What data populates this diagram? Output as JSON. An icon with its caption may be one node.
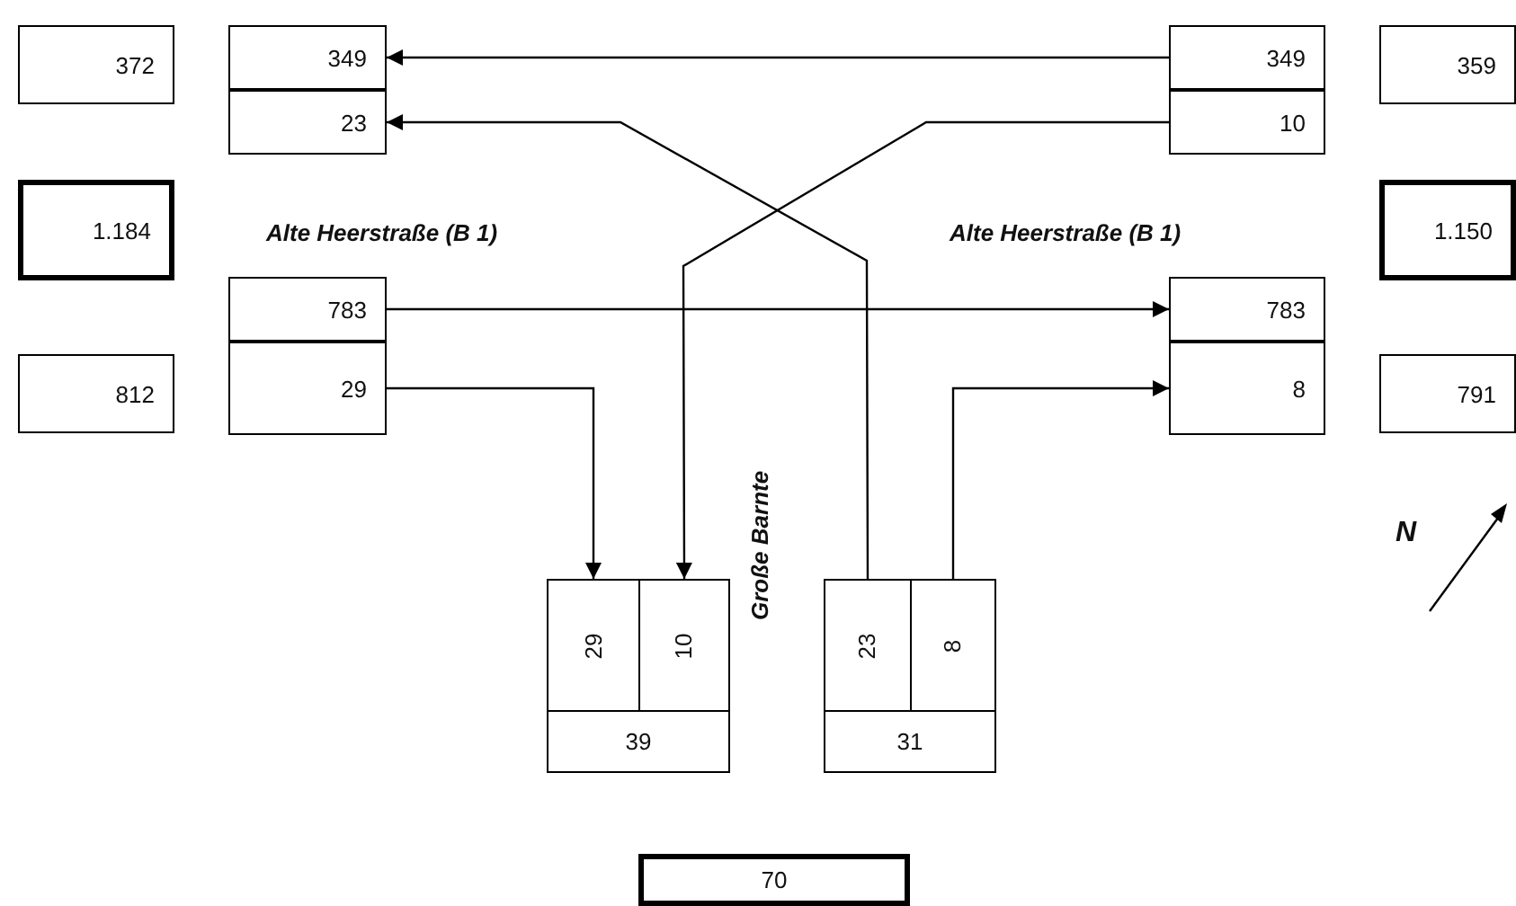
{
  "diagram": {
    "nodes": [
      {
        "text": [
          "372"
        ]
      },
      {
        "text": [
          "349"
        ]
      },
      {
        "text": [
          "23"
        ]
      },
      {
        "text": [
          "349"
        ]
      },
      {
        "text": [
          "10"
        ]
      },
      {
        "text": [
          "359"
        ]
      },
      {
        "text": [
          "1.184"
        ]
      },
      {
        "text": [
          "1.150"
        ]
      },
      {
        "text": [
          "783"
        ]
      },
      {
        "text": [
          "29"
        ]
      },
      {
        "text": [
          "783"
        ]
      },
      {
        "text": [
          "8"
        ]
      },
      {
        "text": [
          "812"
        ]
      },
      {
        "text": [
          "791"
        ]
      },
      {
        "text": [
          "29"
        ]
      },
      {
        "text": [
          "10"
        ]
      },
      {
        "text": [
          "23"
        ]
      },
      {
        "text": [
          "8"
        ]
      },
      {
        "text": [
          "39"
        ]
      },
      {
        "text": [
          "31"
        ]
      },
      {
        "text": [
          "70"
        ]
      }
    ],
    "edges": [
      {
        "from": 3,
        "to": 1,
        "arrow": "to"
      },
      {
        "from": 4,
        "to": 15,
        "arrow": "to"
      },
      {
        "from": 16,
        "to": 2,
        "arrow": "to"
      },
      {
        "from": 8,
        "to": 10,
        "arrow": "to"
      },
      {
        "from": 9,
        "to": 14,
        "arrow": "to"
      },
      {
        "from": 17,
        "to": 11,
        "arrow": "to"
      }
    ],
    "labels": [
      "Alte Heerstraße (B 1)",
      "Alte Heerstraße (B 1)",
      "Große Barnte",
      "N"
    ]
  }
}
